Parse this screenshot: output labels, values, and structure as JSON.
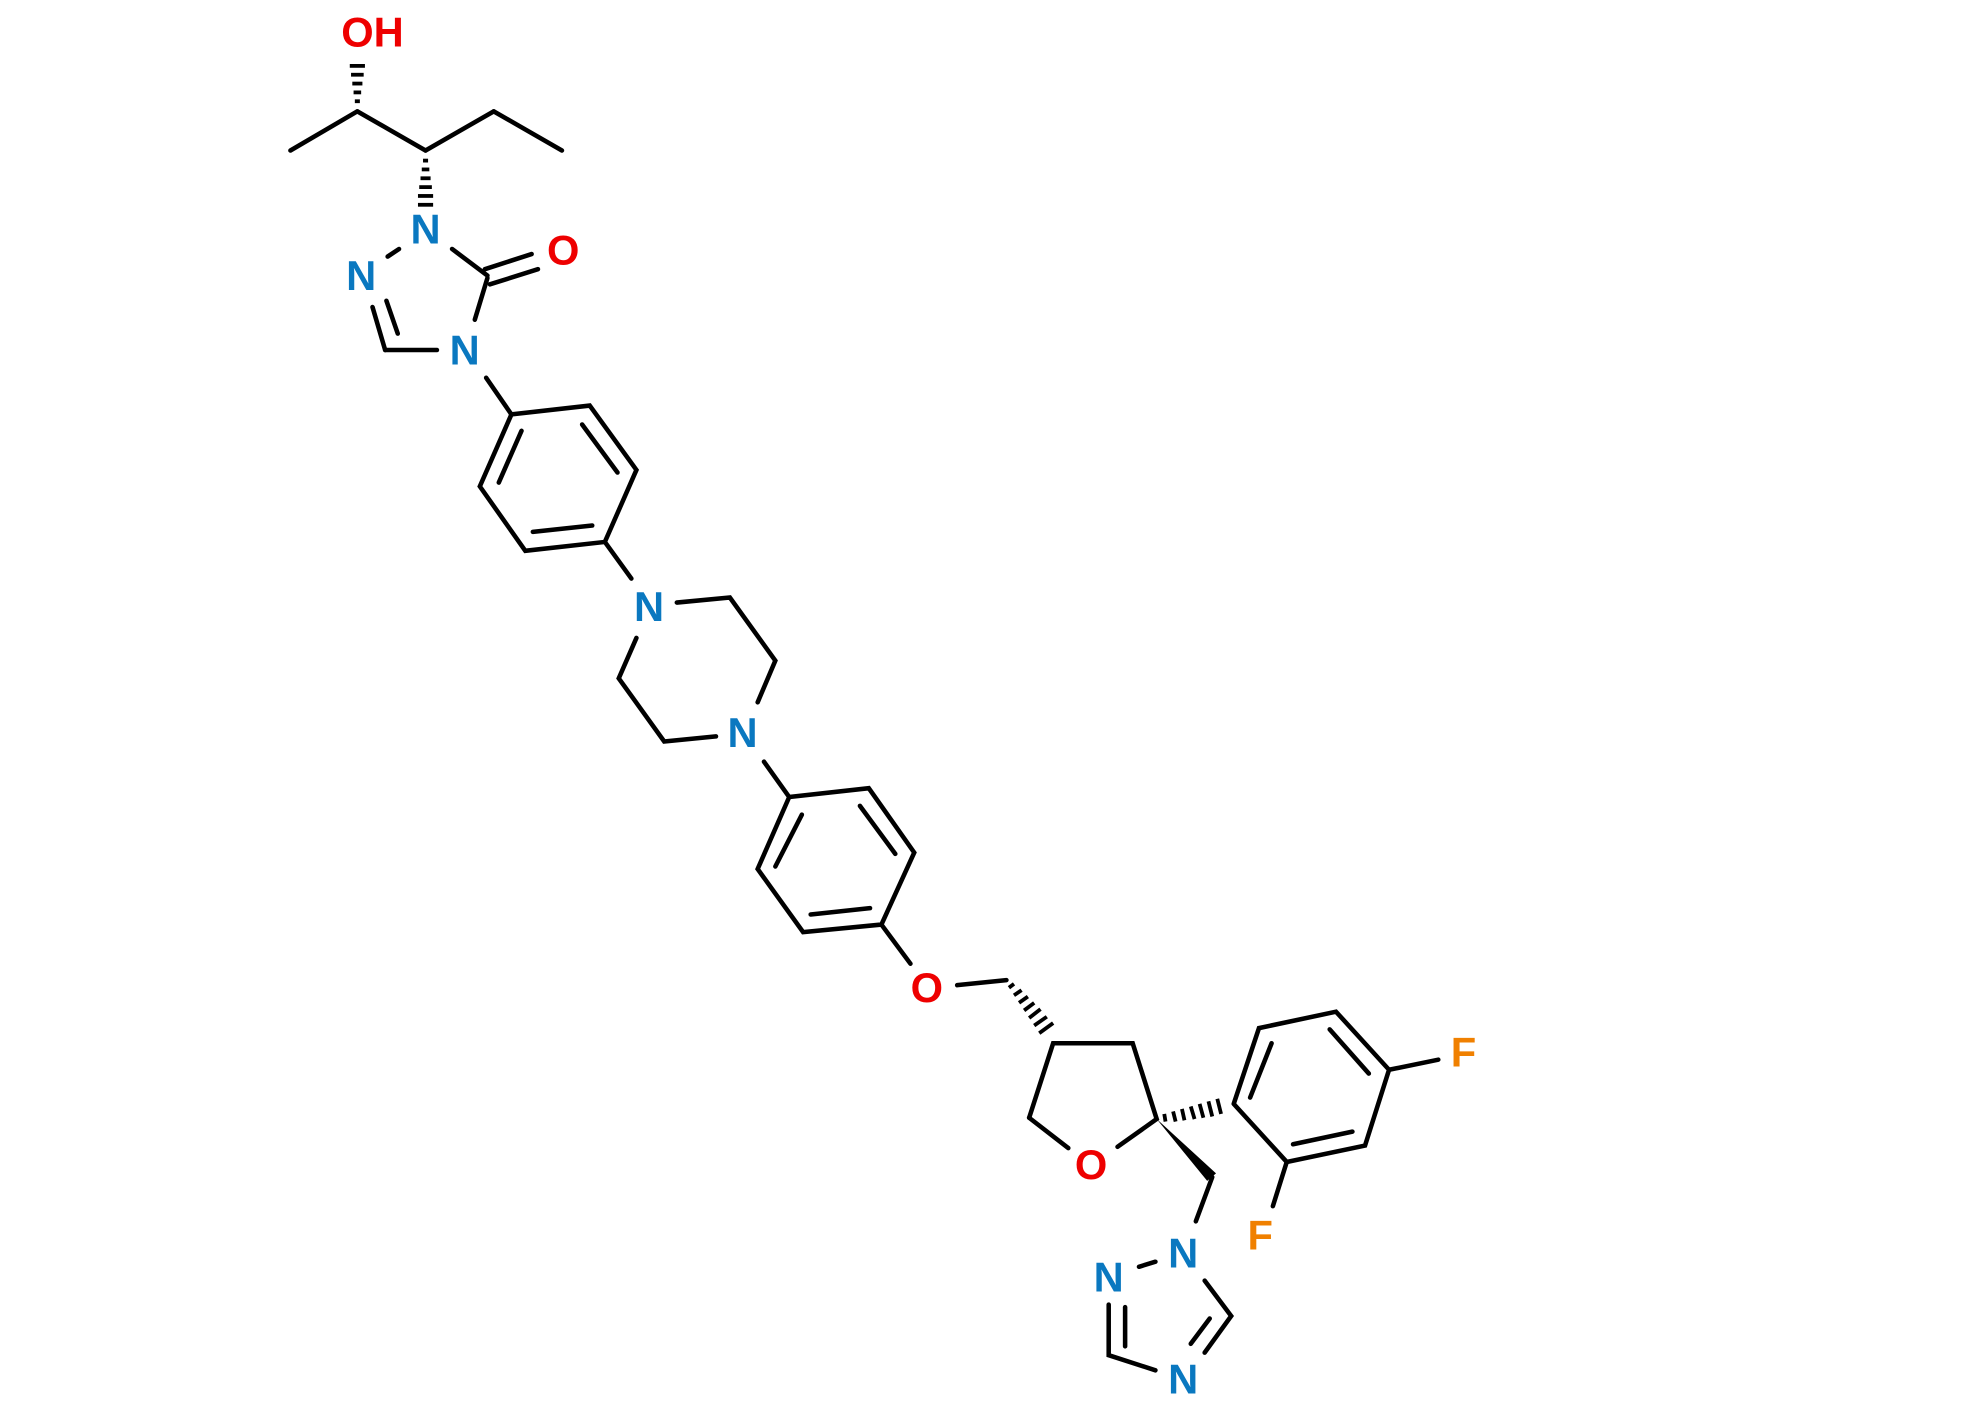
{
  "molecule": {
    "atoms": {
      "hydroxyl": "OH",
      "triazolone_n1": "N",
      "triazolone_n2": "N",
      "triazolone_n4": "N",
      "carbonyl_o": "O",
      "piperazine_n1": "N",
      "piperazine_n4": "N",
      "ether_o": "O",
      "thf_o": "O",
      "triazole_n1": "N",
      "triazole_n2": "N",
      "triazole_n4": "N",
      "fluorine_4": "F",
      "fluorine_2": "F"
    },
    "colors": {
      "nitrogen": "#0a78c0",
      "oxygen": "#ee0000",
      "fluorine": "#f08000",
      "carbon": "#000000"
    }
  }
}
